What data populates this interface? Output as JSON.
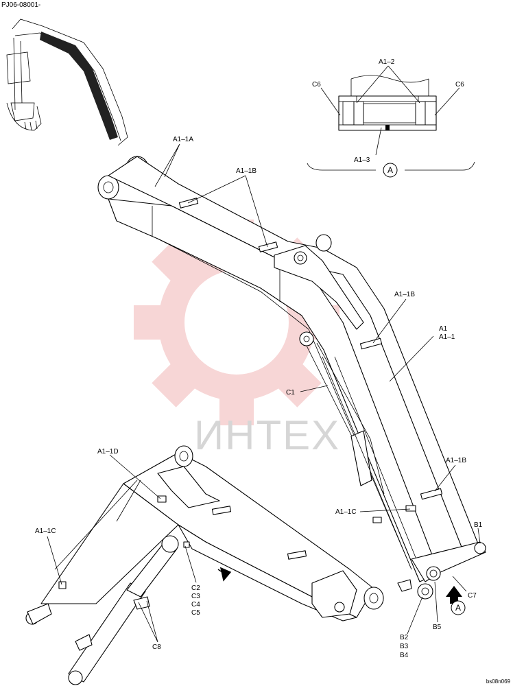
{
  "doc_code": "PJ06-08001-",
  "footer_code": "bs08n069",
  "watermark": "ИНТЕХ",
  "colors": {
    "watermark_logo": "#f2b6b6",
    "watermark_text": "#d6d6d6",
    "line": "#000000"
  },
  "callouts": {
    "a1_1a": "A1–1A",
    "a1_1b_top": "A1–1B",
    "a1_1b_mid": "A1–1B",
    "a1_1b_low": "A1–1B",
    "a1_1c_right": "A1–1C",
    "a1_1c_left": "A1–1C",
    "a1_1d": "A1–1D",
    "a1": "A1",
    "a1_1": "A1–1",
    "c1": "C1",
    "b1": "B1",
    "c7": "C7",
    "b5": "B5",
    "b2": "B2",
    "b3": "B3",
    "b4": "B4",
    "c2": "C2",
    "c3": "C3",
    "c4": "C4",
    "c5": "C5",
    "c8": "C8"
  },
  "detail": {
    "a1_2": "A1–2",
    "c6_left": "C6",
    "c6_right": "C6",
    "a1_3": "A1–3",
    "view_marker": "A"
  },
  "view_arrow_marker": "A"
}
